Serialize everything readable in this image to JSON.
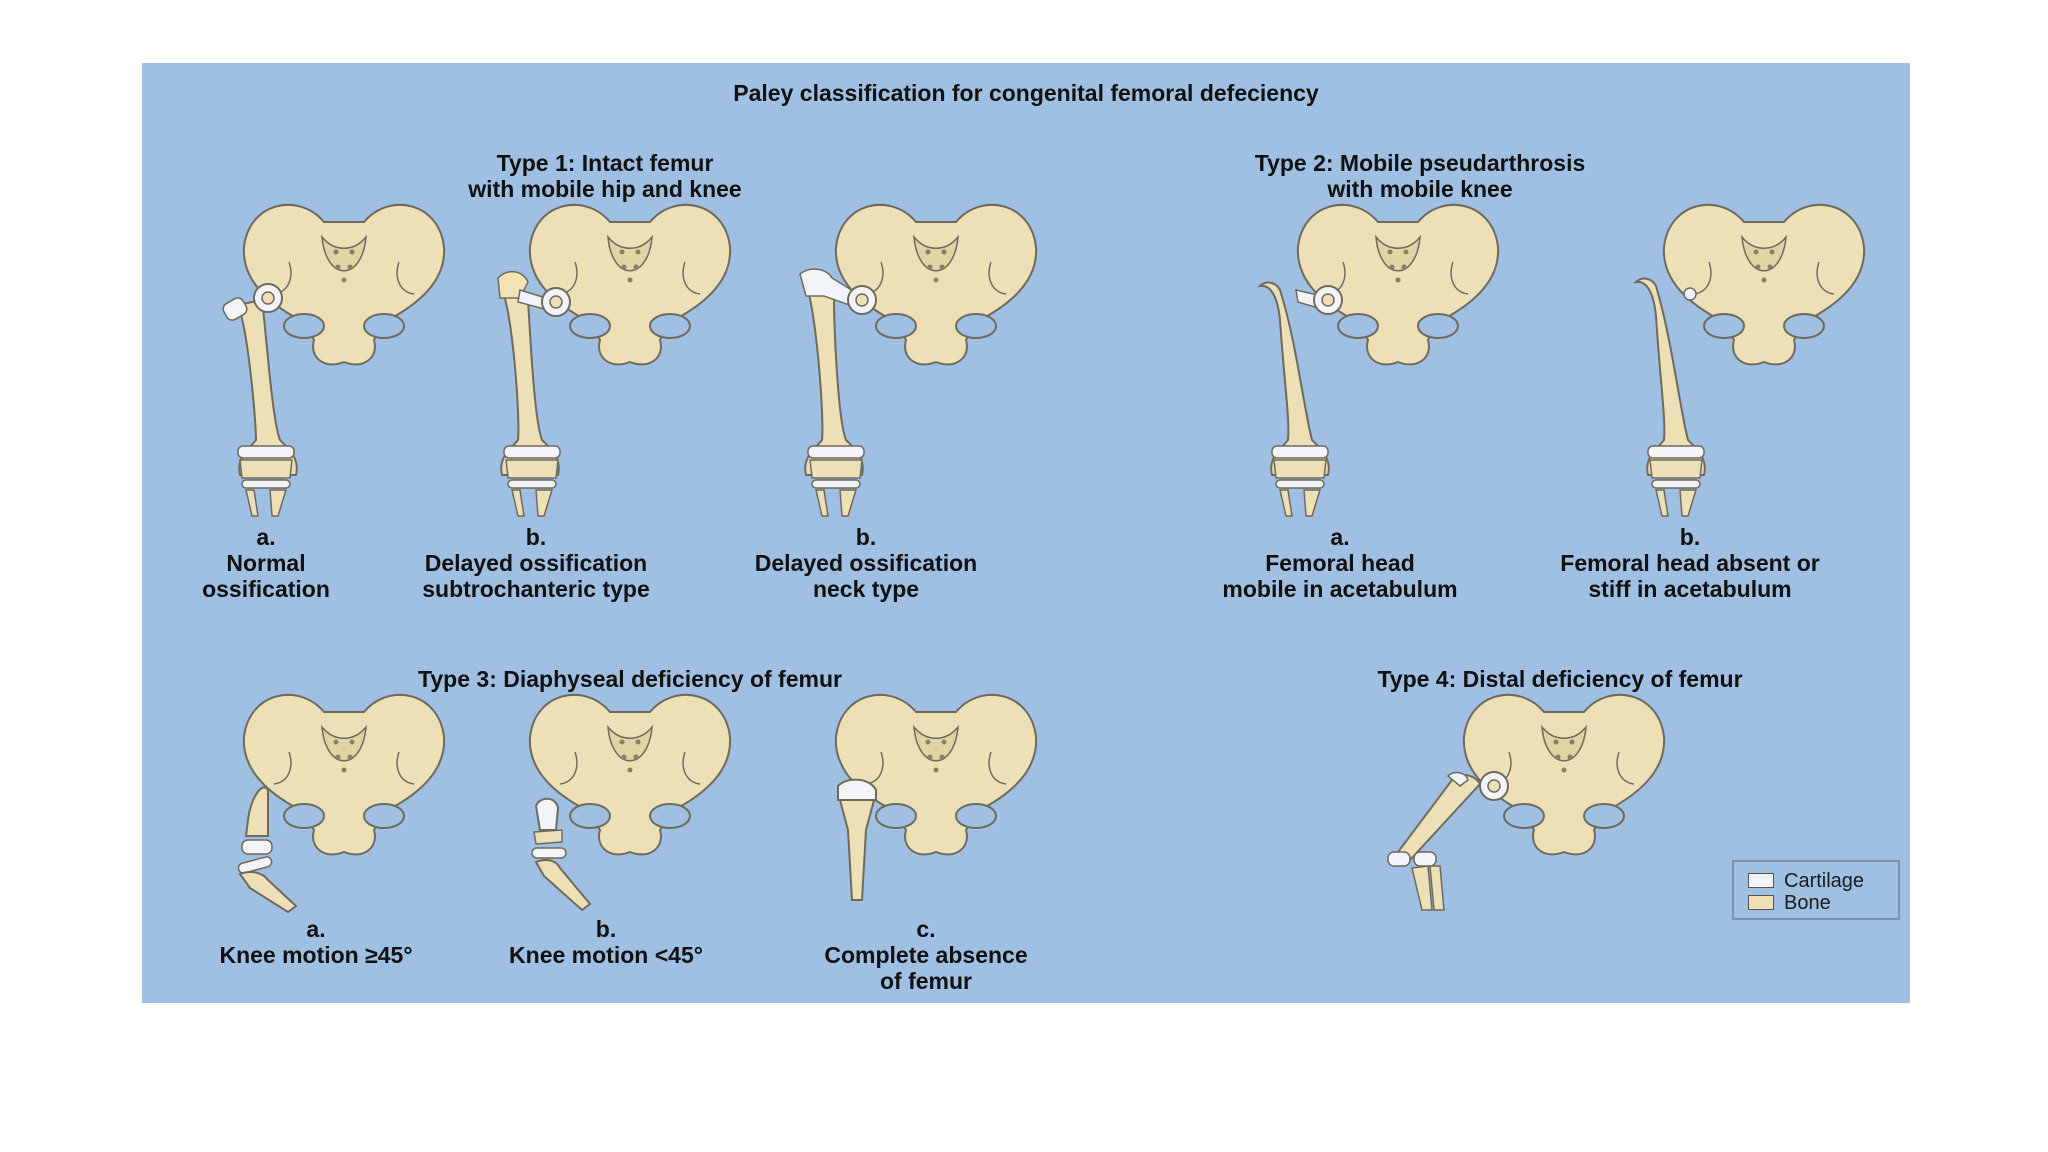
{
  "title": "Paley classification for congenital femoral defeciency",
  "groups": {
    "type1": {
      "line1": "Type 1: Intact femur",
      "line2": "with mobile hip and knee"
    },
    "type2": {
      "line1": "Type 2: Mobile pseudarthrosis",
      "line2": "with mobile knee"
    },
    "type3": {
      "line1": "Type 3: Diaphyseal deficiency of femur"
    },
    "type4": {
      "line1": "Type 4: Distal deficiency of femur"
    }
  },
  "captions": {
    "t1a": {
      "letter": "a.",
      "line1": "Normal",
      "line2": "ossification"
    },
    "t1b": {
      "letter": "b.",
      "line1": "Delayed ossification",
      "line2": "subtrochanteric type"
    },
    "t1c": {
      "letter": "b.",
      "line1": "Delayed ossification",
      "line2": "neck type"
    },
    "t2a": {
      "letter": "a.",
      "line1": "Femoral head",
      "line2": "mobile in acetabulum"
    },
    "t2b": {
      "letter": "b.",
      "line1": "Femoral head absent or",
      "line2": "stiff in acetabulum"
    },
    "t3a": {
      "letter": "a.",
      "line1": "Knee motion ≥45°"
    },
    "t3b": {
      "letter": "b.",
      "line1": "Knee motion <45°"
    },
    "t3c": {
      "letter": "c.",
      "line1": "Complete absence",
      "line2": "of femur"
    }
  },
  "legend": {
    "cartilage": {
      "label": "Cartilage",
      "color": "#f2f4f8"
    },
    "bone": {
      "label": "Bone",
      "color": "#ede0b6"
    }
  },
  "colors": {
    "background": "#9fc0e2",
    "bone": "#ede0b6",
    "cartilage": "#f2f4f8",
    "outline": "#6f6a5e"
  }
}
